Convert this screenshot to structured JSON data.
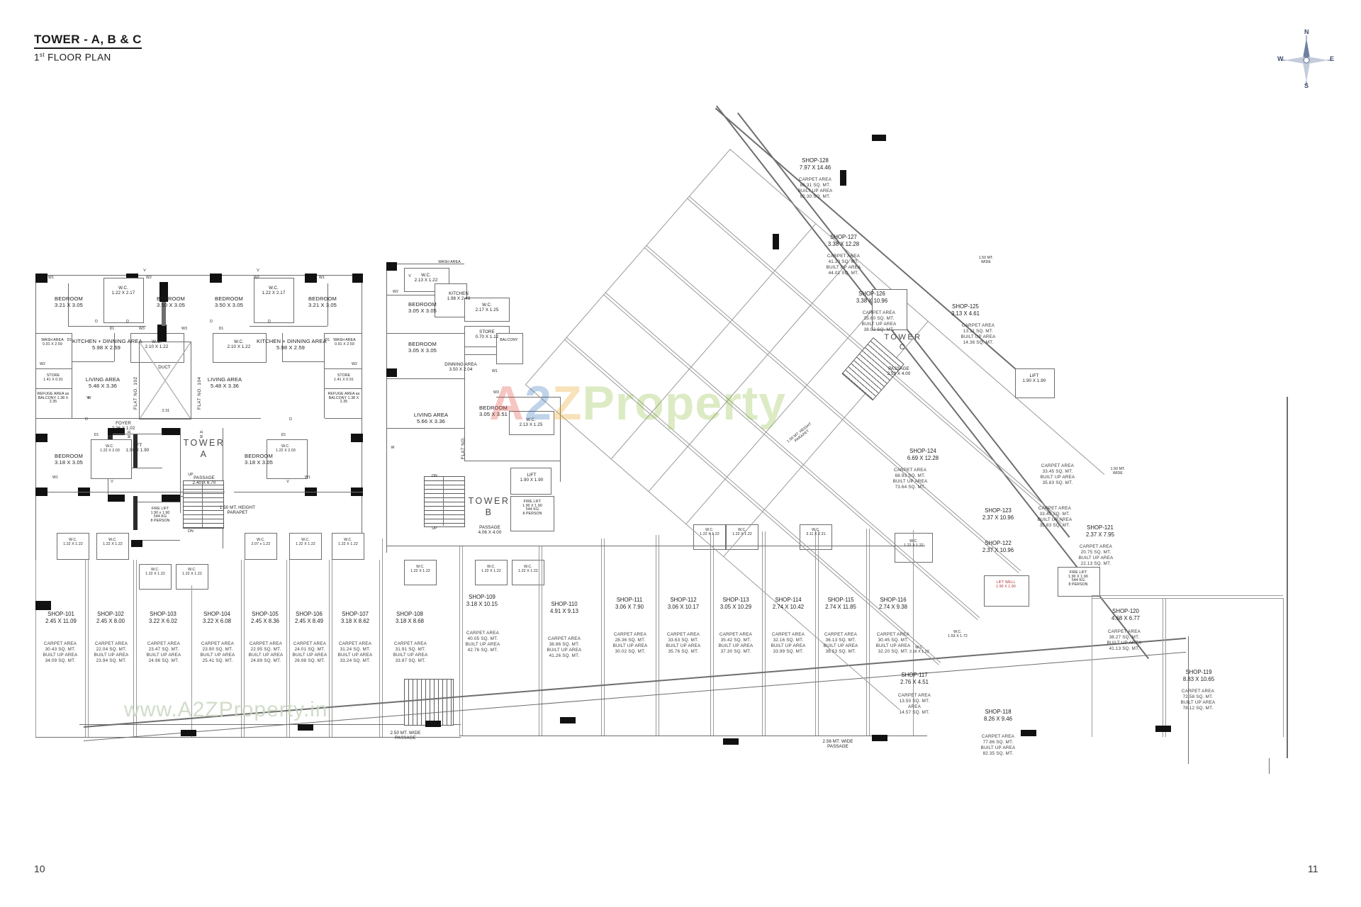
{
  "sheet": {
    "title": "TOWER - A, B & C",
    "subtitle_num": "1",
    "subtitle_sup": "st",
    "subtitle_rest": " FLOOR PLAN",
    "page_left": "10",
    "page_right": "11"
  },
  "compass": {
    "n": "N",
    "s": "S",
    "e": "E",
    "w": "W"
  },
  "watermark": {
    "logo_a": "A",
    "logo_2": "2",
    "logo_z": "Z",
    "logo_property": "Property",
    "url": "www.A2ZProperty.in"
  },
  "towers": {
    "a": {
      "name": "TOWER\nA",
      "passage_label": "PASSAGE",
      "passage_dim": "2.40 X 6.70"
    },
    "b": {
      "name": "TOWER\nB",
      "passage_label": "PASSAGE",
      "passage_dim": "4.06 X 4.00"
    },
    "c": {
      "name": "TOWER\nC",
      "passage_label": "PASSAGE",
      "passage_dim": "2.53 X 4.00"
    }
  },
  "notes": {
    "parapet_a": "1.50 MT. HEIGHT\nPARAPET",
    "parapet_c": "1.50 MT. HEIGHT\nPARAPET",
    "passage_250": "2.50 MT. WIDE\nPASSAGE",
    "passage_256": "2.56 MT. WIDE\nPASSAGE",
    "passage_150_a": "1.50 MT.\nWIDE",
    "passage_150_b": "1.50 MT.\nWIDE"
  },
  "tower_a_rooms": [
    {
      "name": "BEDROOM",
      "dim": "3.21 X 3.05"
    },
    {
      "name": "W.C.",
      "dim": "1.22 X 2.17"
    },
    {
      "name": "BEDROOM",
      "dim": "3.50 X 3.05"
    },
    {
      "name": "BEDROOM",
      "dim": "3.50 X 3.05"
    },
    {
      "name": "W.C.",
      "dim": "1.22 X 2.17"
    },
    {
      "name": "BEDROOM",
      "dim": "3.21 X 3.05"
    },
    {
      "name": "WASH AREA",
      "dim": "0.91 X 2.59"
    },
    {
      "name": "KITCHEN + DINNING AREA",
      "dim": "5.98 X 2.59"
    },
    {
      "name": "W.C.",
      "dim": "2.10 X 1.22"
    },
    {
      "name": "W.C.",
      "dim": "2.10 X 1.22"
    },
    {
      "name": "KITCHEN + DINNING AREA",
      "dim": "5.98 X 2.59"
    },
    {
      "name": "WASH AREA",
      "dim": "0.91 X 2.59"
    },
    {
      "name": "STORE",
      "dim": "1.41 X 0.91"
    },
    {
      "name": "STORE",
      "dim": "1.41 X 0.91"
    },
    {
      "name": "REFUGE AREA as BALCONY",
      "dim": "1.38 X 2.35"
    },
    {
      "name": "REFUGE AREA as BALCONY",
      "dim": "1.38 X 2.35"
    },
    {
      "name": "LIVING AREA",
      "dim": "5.48 X 3.36"
    },
    {
      "name": "LIVING AREA",
      "dim": "5.48 X 3.36"
    },
    {
      "name": "FOYER",
      "dim": "2.26 X 1.02"
    },
    {
      "name": "BEDROOM",
      "dim": "3.18 X 3.05"
    },
    {
      "name": "BEDROOM",
      "dim": "3.18 X 3.05"
    },
    {
      "name": "W.C.",
      "dim": "1.22 X 2.03"
    },
    {
      "name": "W.C.",
      "dim": "1.22 X 2.03"
    },
    {
      "name": "DUCT",
      "dim": "2.31"
    },
    {
      "name": "LIFT",
      "dim": "1.90 X 1.90"
    },
    {
      "name": "FIRE LIFT",
      "dim": "1.90 x 1.90",
      "extra": "544 KG\n8 PERSON"
    }
  ],
  "tower_a_flats": [
    "FLAT NO. 102",
    "FLAT NO. 104"
  ],
  "tower_b_rooms": [
    {
      "name": "W.C.",
      "dim": "2.13 X 1.22"
    },
    {
      "name": "BEDROOM",
      "dim": "3.05 X 3.05"
    },
    {
      "name": "KITCHEN",
      "dim": "1.98 X 2.48"
    },
    {
      "name": "W.C.",
      "dim": "2.17 X 1.25"
    },
    {
      "name": "STORE",
      "dim": "0.70 X 1.12"
    },
    {
      "name": "BEDROOM",
      "dim": "3.05 X 3.05"
    },
    {
      "name": "DINNING AREA",
      "dim": "3.50 X 2.04"
    },
    {
      "name": "BALCONY",
      "dim": ""
    },
    {
      "name": "LIVING AREA",
      "dim": "5.66 X 3.36"
    },
    {
      "name": "BEDROOM",
      "dim": "3.05 X 3.51"
    },
    {
      "name": "W.C.",
      "dim": "2.13 X 1.25"
    },
    {
      "name": "LIFT",
      "dim": "1.90 X 1.90"
    },
    {
      "name": "FIRE LIFT",
      "dim": "1.90 X 1.90",
      "extra": "544 KG\n8 PERSON"
    },
    {
      "name": "WASH AREA",
      "dim": ""
    }
  ],
  "tower_b_flat": "FLAT NO.",
  "tower_c_lift": {
    "name": "LIFT",
    "dim": "1.90 X 1.90"
  },
  "tower_c_liftwell": {
    "name": "LIFT WELL",
    "dim": "1.90 X 1.90"
  },
  "tower_c_firelift": {
    "name": "FIRE LIFT",
    "dim": "1.90 X 1.90",
    "extra": "544 KG\n8 PERSON"
  },
  "wc_labels": [
    {
      "name": "W.C.",
      "dim": "1.22 X 1.22"
    },
    {
      "name": "W.C.",
      "dim": "1.22 X 1.22"
    },
    {
      "name": "W.C.",
      "dim": "1.22 X 1.22"
    },
    {
      "name": "W.C.",
      "dim": "1.22 X 1.22"
    },
    {
      "name": "W.C.",
      "dim": "2.07 x 1.22"
    },
    {
      "name": "W.C.",
      "dim": "1.22 X 1.22"
    },
    {
      "name": "W.C.",
      "dim": "1.22 X 1.22"
    },
    {
      "name": "W.C.",
      "dim": "1.22 X 1.22"
    },
    {
      "name": "W.C.",
      "dim": "1.22 X 1.22"
    },
    {
      "name": "W.C.",
      "dim": "1.22 X 1.22"
    },
    {
      "name": "W.C.",
      "dim": "1.22 X 1.22"
    },
    {
      "name": "W.C.",
      "dim": "1.22 X 1.22"
    },
    {
      "name": "W.C.",
      "dim": "3.11 X 2.31"
    },
    {
      "name": "W.C.",
      "dim": "1.22 X 1.22"
    },
    {
      "name": "W.C.",
      "dim": "1.53 X 1.72"
    },
    {
      "name": "W.C.",
      "dim": "2.16 X 1.22"
    }
  ],
  "shops": [
    {
      "id": "SHOP-101",
      "dim": "2.45 X 11.09",
      "carpet": "CARPET AREA\n30.43 SQ. MT.",
      "built": "BUILT UP AREA\n34.09 SQ. MT."
    },
    {
      "id": "SHOP-102",
      "dim": "2.45 X 8.00",
      "carpet": "CARPET AREA\n22.04 SQ. MT.",
      "built": "BUILT UP AREA\n23.94 SQ. MT."
    },
    {
      "id": "SHOP-103",
      "dim": "3.22 X 6.02",
      "carpet": "CARPET AREA\n23.47 SQ. MT.",
      "built": "BUILT UP AREA\n24.96 SQ. MT."
    },
    {
      "id": "SHOP-104",
      "dim": "3.22 X 6.08",
      "carpet": "CARPET AREA\n23.90 SQ. MT.",
      "built": "BUILT UP AREA\n25.41 SQ. MT."
    },
    {
      "id": "SHOP-105",
      "dim": "2.45 X 8.36",
      "carpet": "CARPET AREA\n22.95 SQ. MT.",
      "built": "BUILT UP AREA\n24.89 SQ. MT."
    },
    {
      "id": "SHOP-106",
      "dim": "2.45 X 8.49",
      "carpet": "CARPET AREA\n24.01 SQ. MT.",
      "built": "BUILT UP AREA\n26.98 SQ. MT."
    },
    {
      "id": "SHOP-107",
      "dim": "3.18 X 8.62",
      "carpet": "CARPET AREA\n31.24 SQ. MT.",
      "built": "BUILT UP AREA\n33.24 SQ. MT."
    },
    {
      "id": "SHOP-108",
      "dim": "3.18 X 8.68",
      "carpet": "CARPET AREA\n31.91 SQ. MT.",
      "built": "BUILT UP AREA\n33.87 SQ. MT."
    },
    {
      "id": "SHOP-109",
      "dim": "3.18 X 10.15",
      "carpet": "CARPET AREA\n40.05 SQ. MT.",
      "built": "BUILT UP AREA\n42.76 SQ. MT."
    },
    {
      "id": "SHOP-110",
      "dim": "4.91 X 9.13",
      "carpet": "CARPET AREA\n38.86 SQ. MT.",
      "built": "BUILT UP AREA\n41.26 SQ. MT."
    },
    {
      "id": "SHOP-111",
      "dim": "3.06 X 7.90",
      "carpet": "CARPET AREA\n28.36 SQ. MT.",
      "built": "BUILT UP AREA\n30.02 SQ. MT."
    },
    {
      "id": "SHOP-112",
      "dim": "3.06 X 10.17",
      "carpet": "CARPET AREA\n33.63 SQ. MT.",
      "built": "BUILT UP AREA\n35.76 SQ. MT."
    },
    {
      "id": "SHOP-113",
      "dim": "3.05 X 10.29",
      "carpet": "CARPET AREA\n35.42 SQ. MT.",
      "built": "BUILT UP AREA\n37.30 SQ. MT."
    },
    {
      "id": "SHOP-114",
      "dim": "2.74 X 10.42",
      "carpet": "CARPET AREA\n32.16 SQ. MT.",
      "built": "BUILT UP AREA\n33.99 SQ. MT."
    },
    {
      "id": "SHOP-115",
      "dim": "2.74 X 11.85",
      "carpet": "CARPET AREA\n36.13 SQ. MT.",
      "built": "BUILT UP AREA\n38.53 SQ. MT."
    },
    {
      "id": "SHOP-116",
      "dim": "2.74 X 9.38",
      "carpet": "CARPET AREA\n30.45 SQ. MT.",
      "built": "BUILT UP AREA\n32.20 SQ. MT."
    },
    {
      "id": "SHOP-117",
      "dim": "2.76 X 4.51",
      "carpet": "CARPET AREA\n13.50 SQ. MT.",
      "built": "AREA\n14.57 SQ. MT."
    },
    {
      "id": "SHOP-118",
      "dim": "8.26 X 9.46",
      "carpet": "CARPET AREA\n77.86 SQ. MT.",
      "built": "BUILT UP AREA\n82.35 SQ. MT."
    },
    {
      "id": "SHOP-119",
      "dim": "8.83 X 10.65",
      "carpet": "CARPET AREA\n72.58 SQ. MT.",
      "built": "BUILT UP AREA\n78.12 SQ. MT."
    },
    {
      "id": "SHOP-120",
      "dim": "4.68 X 6.77",
      "carpet": "CARPET AREA\n38.27 SQ. MT.",
      "built": "BUILT UP AREA\n41.13 SQ. MT."
    },
    {
      "id": "SHOP-121",
      "dim": "2.37 X 7.95",
      "carpet": "CARPET AREA\n20.75 SQ. MT.",
      "built": "BUILT UP AREA\n22.13 SQ. MT."
    },
    {
      "id": "SHOP-122",
      "dim": "2.37 X 10.96",
      "carpet": "CARPET AREA\n33.45 SQ. MT.",
      "built": "BUILT UP AREA\n35.83 SQ. MT."
    },
    {
      "id": "SHOP-123",
      "dim": "2.37 X 10.96",
      "carpet": "CARPET AREA\n33.45 SQ. MT.",
      "built": "BUILT UP AREA\n35.83 SQ. MT."
    },
    {
      "id": "SHOP-124",
      "dim": "6.69 X 12.28",
      "carpet": "CARPET AREA\n68.93 SQ. MT.",
      "built": "BUILT UP AREA\n73.64 SQ. MT."
    },
    {
      "id": "SHOP-125",
      "dim": "3.13 X 4.61",
      "carpet": "CARPET AREA\n13.11 SQ. MT.",
      "built": "BUILT UP AREA\n14.36 SQ. MT."
    },
    {
      "id": "SHOP-126",
      "dim": "3.38 X 10.96",
      "carpet": "CARPET AREA\n35.60 SQ. MT.",
      "built": "BUILT UP AREA\n38.02 SQ. MT."
    },
    {
      "id": "SHOP-127",
      "dim": "3.38 X 12.28",
      "carpet": "CARPET AREA\n41.20 SQ. MT.",
      "built": "BUILT UP AREA\n44.01 SQ. MT."
    },
    {
      "id": "SHOP-128",
      "dim": "7.97 X 14.46",
      "carpet": "CARPET AREA\n86.31 SQ. MT.",
      "built": "BUILT UP AREA\n92.30 SQ. MT."
    }
  ],
  "markers": {
    "door_d": "D",
    "door_d1": "D1",
    "win_w": "W",
    "win_w1": "W1",
    "win_w2": "W2",
    "win_w3": "W3",
    "vent_v": "V",
    "md": "M.D.",
    "up": "UP",
    "dn": "DN"
  }
}
